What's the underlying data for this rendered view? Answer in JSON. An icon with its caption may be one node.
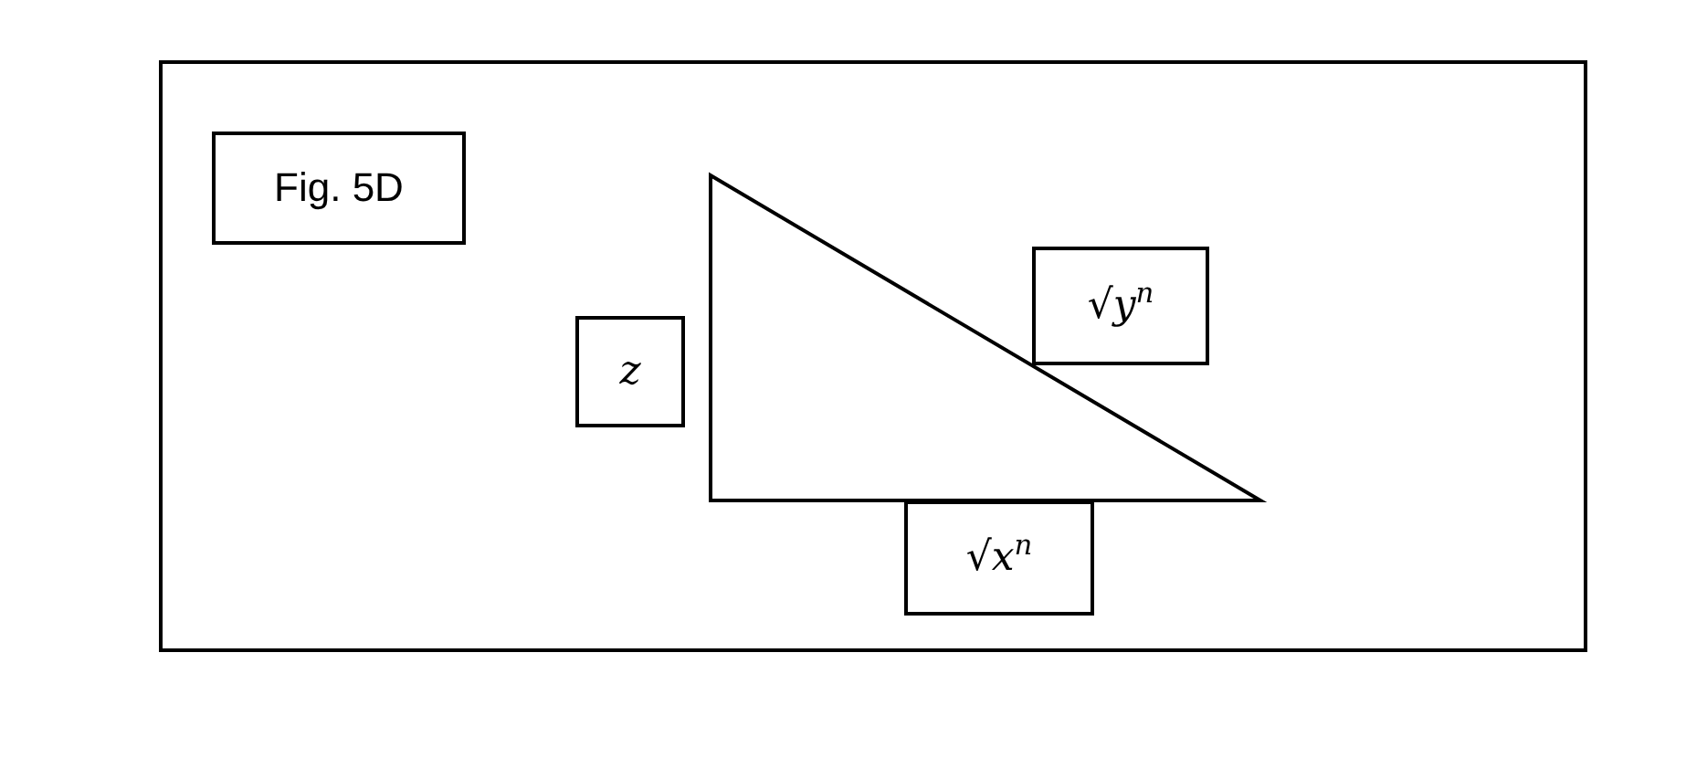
{
  "diagram": {
    "nodes": [
      {
        "text": [
          "Fig. 5D"
        ]
      },
      {
        "text": [
          "√y$^{n}$"
        ]
      },
      {
        "text": [
          "z"
        ]
      },
      {
        "text": [
          "√x$^{n}$"
        ]
      }
    ]
  }
}
